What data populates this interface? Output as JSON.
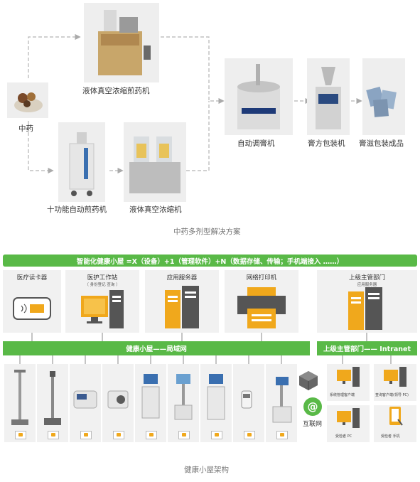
{
  "process": {
    "source_label": "中药",
    "vacuum_top_label": "液体真空浓缩煎药机",
    "decoct_label": "十功能自动煎药机",
    "vacuum_bottom_label": "液体真空浓缩机",
    "mixer_label": "自动调膏机",
    "packer_label": "膏方包装机",
    "product_label": "膏滋包装成品",
    "caption": "中药多剂型解决方案"
  },
  "arch": {
    "top_banner": "智能化健康小屋 =X（设备）+1（管理软件）+N（数据存储、传输；手机端接入 ……）",
    "panels": {
      "card_reader": {
        "title": "医疗读卡器"
      },
      "workstation": {
        "title": "医护工作站",
        "subtitle": "（ 身份登记 查询 ）"
      },
      "app_server": {
        "title": "应用服务器"
      },
      "printer": {
        "title": "网络打印机"
      },
      "superior": {
        "title": "上级主管部门",
        "subtitle": "应用服务器"
      }
    },
    "lan_bar": "健康小屋——局域网",
    "intranet_bar": "上级主管部门—— Intranet",
    "internet_label": "互联网",
    "clients": [
      {
        "label": "系统管理客户端"
      },
      {
        "label": "查询客户端(领导 PC)"
      },
      {
        "label": "受检者 PC"
      },
      {
        "label": "受检者 手机"
      }
    ],
    "caption": "健康小屋架构"
  },
  "colors": {
    "green": "#59b947",
    "orange": "#f0a81c",
    "dark_gray": "#555555",
    "panel_gray": "#f1f1f1"
  }
}
